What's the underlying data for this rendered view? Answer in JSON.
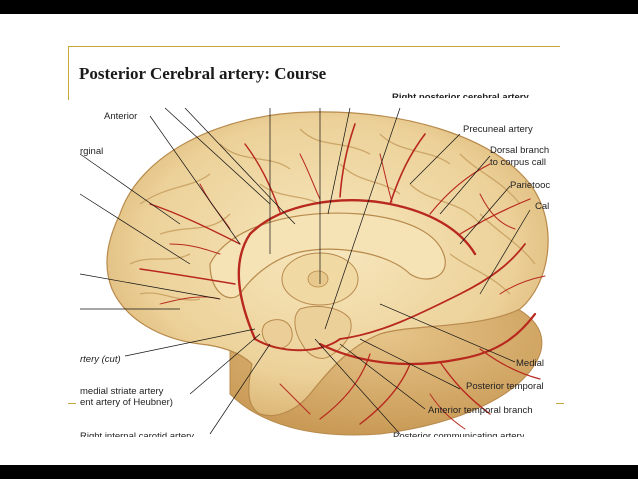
{
  "slide": {
    "title": "Posterior Cerebral artery: Course"
  },
  "labels": {
    "top_cut": "Right posterior cerebral artery",
    "anterior": "Anterior",
    "marginal": "rginal",
    "precuneal": "Precuneal artery",
    "dorsal_1": "Dorsal branch",
    "dorsal_2": "to corpus call",
    "parietooccipital": "Parietooc",
    "calcarine": "Cal",
    "artery_cut": "rtery (cut)",
    "medial_striate_1": "medial striate artery",
    "medial_striate_2": "ent artery of Heubner)",
    "bottom_left_cut": "Right internal carotid artery",
    "medial": "Medial",
    "posterior_temporal": "Posterior temporal",
    "anterior_temporal": "Anterior temporal branch",
    "posterior_communicating": "Posterior communicating artery"
  },
  "colors": {
    "accent": "#c9a83a",
    "brain_fill": "#f2ddaa",
    "artery": "#b8281e"
  }
}
